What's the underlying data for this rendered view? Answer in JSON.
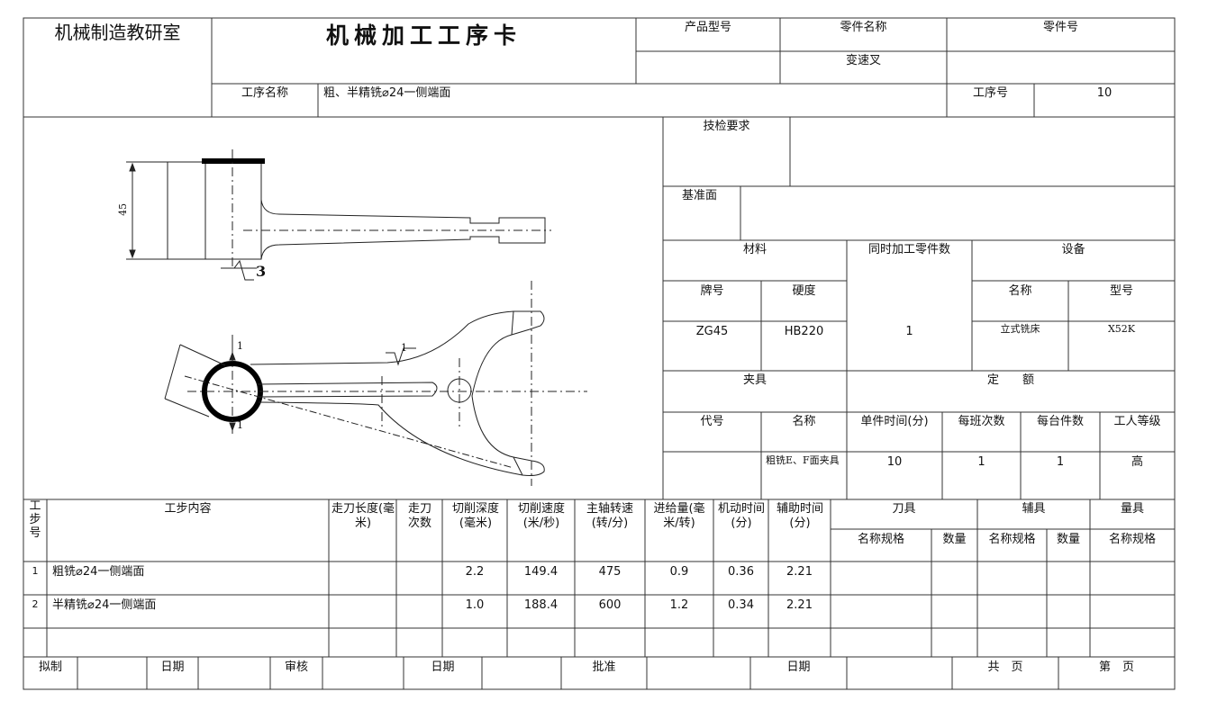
{
  "header": {
    "institution": "机械制造教研室",
    "title": "机械加工工序卡",
    "product_model_label": "产品型号",
    "part_name_label": "零件名称",
    "part_name_value": "变速叉",
    "part_no_label": "零件号",
    "op_name_label": "工序名称",
    "op_name_value": "粗、半精铣⌀24一侧端面",
    "op_no_label": "工序号",
    "op_no_value": "10"
  },
  "info": {
    "inspection_label": "技检要求",
    "datum_label": "基准面",
    "material_label": "材料",
    "simul_label": "同时加工零件数",
    "equipment_label": "设备",
    "grade_label": "牌号",
    "hardness_label": "硬度",
    "eq_name_label": "名称",
    "eq_model_label": "型号",
    "grade_value": "ZG45",
    "hardness_value": "HB220",
    "simul_value": "1",
    "eq_name_value": "立式铣床",
    "eq_model_value": "X52K",
    "fixture_label": "夹具",
    "quota_label": "定　　额",
    "fx_code_label": "代号",
    "fx_name_label": "名称",
    "unit_time_label": "单件时间(分)",
    "per_shift_label": "每班次数",
    "per_machine_label": "每台件数",
    "worker_grade_label": "工人等级",
    "fx_name_value": "粗铣E、F面夹具",
    "unit_time_value": "10",
    "per_shift_value": "1",
    "per_machine_value": "1",
    "worker_grade_value": "高"
  },
  "drawing": {
    "dim_45": "45",
    "rough_3": "3",
    "mark_1a": "1",
    "mark_1b": "1",
    "mark_1c": "1"
  },
  "steps_table": {
    "headers": {
      "step_no": "工步号",
      "content": "工步内容",
      "tool_length": "走刀长度(毫米)",
      "passes": "走刀次数",
      "depth": "切削深度(毫米)",
      "speed": "切削速度(米/秒)",
      "spindle": "主轴转速(转/分)",
      "feed": "进给量(毫米/转)",
      "machine_time": "机动时间(分)",
      "aux_time": "辅助时间(分)",
      "cutter": "刀具",
      "aux_tool": "辅具",
      "gauge": "量具",
      "spec1": "名称规格",
      "qty1": "数量",
      "spec2": "名称规格",
      "qty2": "数量",
      "spec3": "名称规格"
    },
    "rows": [
      {
        "no": "1",
        "content": "粗铣⌀24一侧端面",
        "depth": "2.2",
        "speed": "149.4",
        "spindle": "475",
        "feed": "0.9",
        "machine_time": "0.36",
        "aux_time": "2.21"
      },
      {
        "no": "2",
        "content": "半精铣⌀24一侧端面",
        "depth": "1.0",
        "speed": "188.4",
        "spindle": "600",
        "feed": "1.2",
        "machine_time": "0.34",
        "aux_time": "2.21"
      }
    ]
  },
  "footer": {
    "draft": "拟制",
    "date1": "日期",
    "review": "审核",
    "date2": "日期",
    "approve": "批准",
    "date3": "日期",
    "total_pages": "共　页",
    "page_no": "第　页"
  }
}
